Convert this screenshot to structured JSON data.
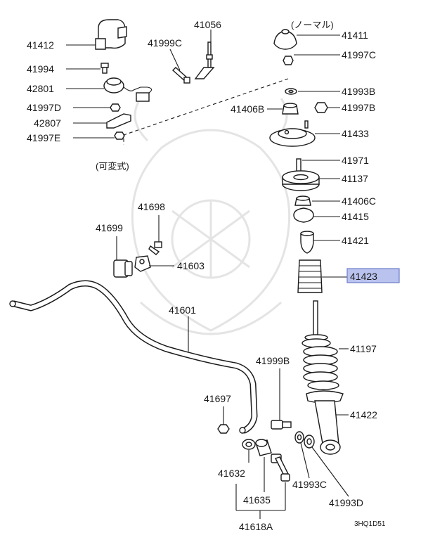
{
  "parts": {
    "p41412": "41412",
    "p41994": "41994",
    "p42801": "42801",
    "p41997D": "41997D",
    "p42807": "42807",
    "p41997E": "41997E",
    "p41999C": "41999C",
    "p41056": "41056",
    "p41411": "41411",
    "p41997C": "41997C",
    "p41993B": "41993B",
    "p41406B": "41406B",
    "p41997B": "41997B",
    "p41433": "41433",
    "p41971": "41971",
    "p41137": "41137",
    "p41406C": "41406C",
    "p41415": "41415",
    "p41421": "41421",
    "p41423": "41423",
    "p41698": "41698",
    "p41699": "41699",
    "p41603": "41603",
    "p41601": "41601",
    "p41999B": "41999B",
    "p41197": "41197",
    "p41697": "41697",
    "p41422": "41422",
    "p41632": "41632",
    "p41993C": "41993C",
    "p41635": "41635",
    "p41993D": "41993D",
    "p41618A": "41618A"
  },
  "notes": {
    "normal": "(ノーマル)",
    "variable": "(可変式)",
    "code": "3HQ1D51"
  },
  "highlight": {
    "part": "41423",
    "fill": "#b9c3ee",
    "border": "#6d7cc9"
  }
}
